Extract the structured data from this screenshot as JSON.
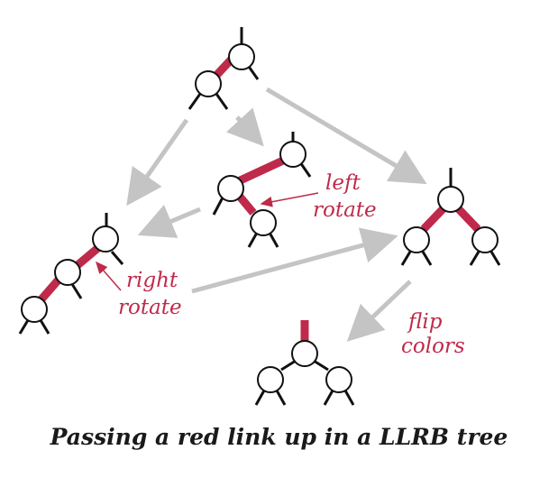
{
  "labels": {
    "left_rotate": [
      "left",
      "rotate"
    ],
    "right_rotate": [
      "right",
      "rotate"
    ],
    "flip_colors": [
      "flip",
      "colors"
    ]
  },
  "caption": "Passing a red link up in a LLRB tree",
  "colors": {
    "red_link": "#bf2a4a",
    "black_link": "#111111",
    "arrow": "#c4c4c4",
    "label": "#bf2a4a"
  },
  "icons": [
    "tree-node",
    "flow-arrow",
    "red-link"
  ]
}
